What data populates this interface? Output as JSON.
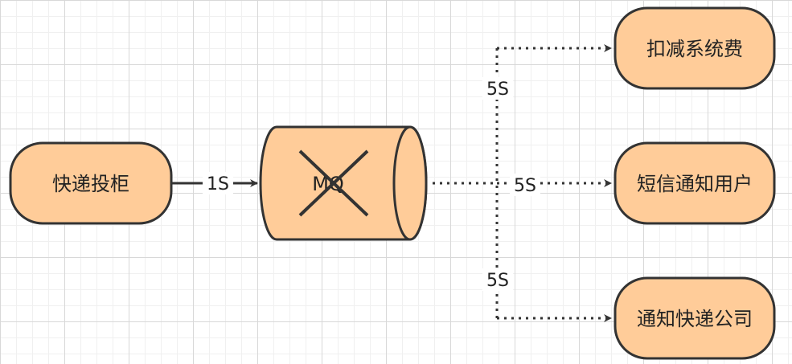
{
  "colors": {
    "node_fill": "#ffcc99",
    "node_stroke": "#333333",
    "edge": "#333333",
    "text": "#222222"
  },
  "nodes": {
    "cabinet": {
      "label": "快递投柜"
    },
    "queue": {
      "label": "MQ",
      "status_mark": "x-cross-icon"
    },
    "deduct": {
      "label": "扣减系统费"
    },
    "sms": {
      "label": "短信通知用户"
    },
    "company": {
      "label": "通知快递公司"
    }
  },
  "edges": {
    "cabinet_to_queue": {
      "label": "1S"
    },
    "queue_to_deduct": {
      "label": "5S"
    },
    "queue_to_sms": {
      "label": "5S"
    },
    "queue_to_company": {
      "label": "5S"
    }
  }
}
